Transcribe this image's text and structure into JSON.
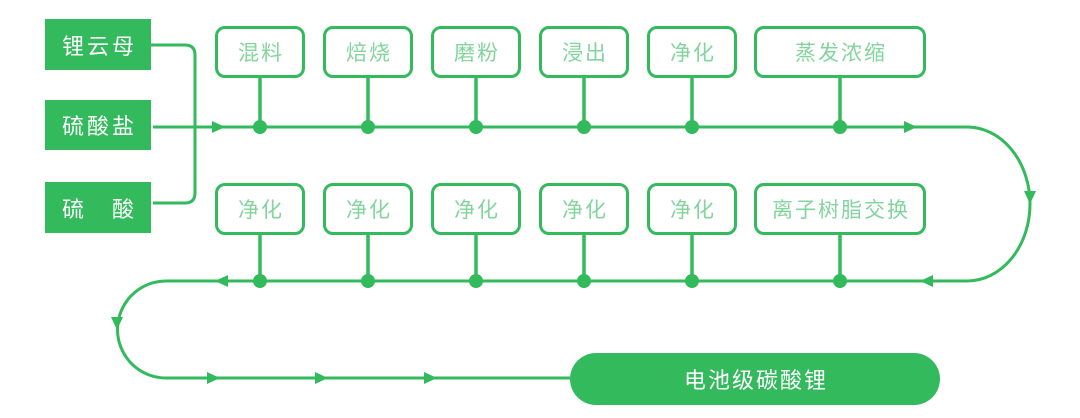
{
  "colors": {
    "green": "#32BA5C",
    "light_green_text": "#83D49D",
    "white_text": "#FFFFFF",
    "background": "#FFFFFF"
  },
  "sources": [
    {
      "label": "锂云母"
    },
    {
      "label": "硫酸盐"
    },
    {
      "label": "硫　酸"
    }
  ],
  "top_row": [
    {
      "label": "混料"
    },
    {
      "label": "焙烧"
    },
    {
      "label": "磨粉"
    },
    {
      "label": "浸出"
    },
    {
      "label": "净化"
    },
    {
      "label": "蒸发浓缩"
    }
  ],
  "second_row": [
    {
      "label": "净化"
    },
    {
      "label": "净化"
    },
    {
      "label": "净化"
    },
    {
      "label": "净化"
    },
    {
      "label": "净化"
    },
    {
      "label": "离子树脂交换"
    }
  ],
  "result": {
    "label": "电池级碳酸锂"
  }
}
